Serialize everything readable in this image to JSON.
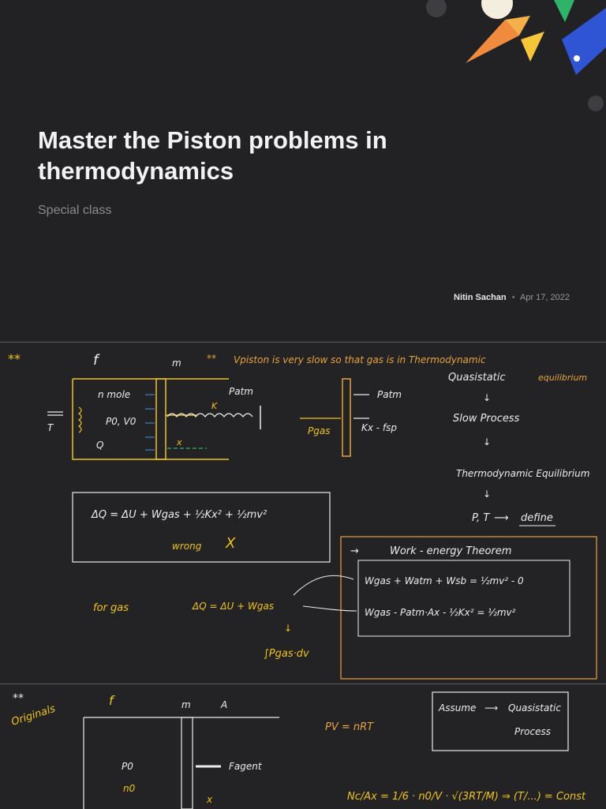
{
  "title_slide": {
    "title": "Master the Piston problems in thermodynamics",
    "subtitle": "Special class",
    "author": "Nitin Sachan",
    "separator": "•",
    "date": "Apr 17, 2022"
  },
  "slide2": {
    "stars": "**",
    "force_label": "f",
    "mass_label": "m",
    "note": "Vpiston is very slow so that gas is in Thermodynamic",
    "gas_labels": [
      "n mole",
      "P0, V0"
    ],
    "patm_label": "Patm",
    "spring_label": "K",
    "heat_label": "Q",
    "x_label": "x",
    "ground_label": "T",
    "fbd_labels": [
      "Patm",
      "Pgas",
      "Kx - fsp"
    ],
    "chain": [
      "Quasistatic",
      "equilibrium",
      "Slow Process",
      "Thermodynamic Equilibrium",
      "P, T",
      "define"
    ],
    "wrong_eq": "ΔQ = ΔU + Wgas + ½Kx² + ½mv²",
    "wrong_label": "wrong",
    "wrong_mark": "X",
    "gas_eq_label": "for gas",
    "gas_eq": "ΔQ = ΔU + Wgas",
    "integral": "∫Pgas·dv",
    "wet_title": "Work - energy Theorem",
    "wet_eq1": "Wgas + Watm + Wsb = ½mv² - 0",
    "wet_eq2": "Wgas - Patm·Ax - ½Kx² = ½mv²"
  },
  "slide3": {
    "stars": "**",
    "tag": "Originals",
    "force_label": "f",
    "mass_label": "m",
    "area_label": "A",
    "gas_labels": [
      "P0",
      "n0"
    ],
    "fagent": "Fagent",
    "x_label": "x",
    "pv_eq": "PV = nRT",
    "assume": "Assume",
    "assume_result": "Quasistatic",
    "assume_process": "Process",
    "bottom_eq": "Nc/Ax = 1/6 · n0/V · √(3RT/M) ⇒ (T/...) = Const"
  }
}
